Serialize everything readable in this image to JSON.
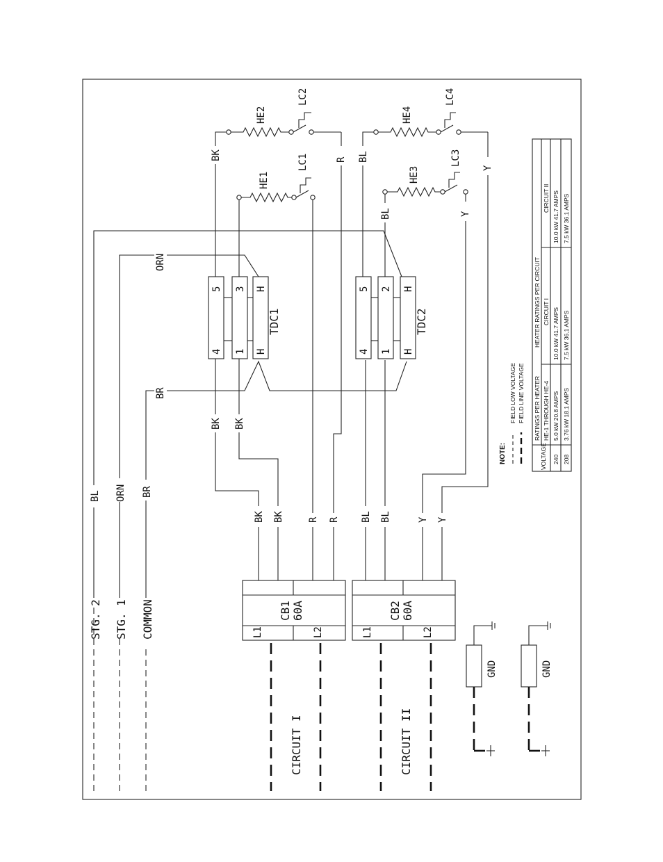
{
  "circuits": {
    "circuit1": "CIRCUIT I",
    "circuit2": "CIRCUIT II"
  },
  "control": {
    "stg2": "STG. 2",
    "stg1": "STG. 1",
    "common": "COMMON",
    "bl": "BL",
    "orn": "ORN",
    "br": "BR"
  },
  "breakers": {
    "cb1": "CB1",
    "cb1_rating": "60A",
    "cb2": "CB2",
    "cb2_rating": "60A",
    "l1": "L1",
    "l2": "L2"
  },
  "ground": {
    "label": "GND"
  },
  "wires": {
    "bk": "BK",
    "r": "R",
    "bl": "BL",
    "y": "Y",
    "orn": "ORN",
    "br": "BR"
  },
  "heaters": {
    "he1": "HE1",
    "he2": "HE2",
    "he3": "HE3",
    "he4": "HE4",
    "lc1": "LC1",
    "lc2": "LC2",
    "lc3": "LC3",
    "lc4": "LC4"
  },
  "terminals": {
    "tdc1": "TDC1",
    "tdc2": "TDC2",
    "t1": "1",
    "t2": "2",
    "t3": "3",
    "t4": "4",
    "t5": "5",
    "h": "H"
  },
  "note": {
    "title": "NOTE:",
    "low": "FIELD LOW VOLTAGE",
    "line": "FIELD LINE VOLTAGE"
  },
  "table": {
    "voltage": "VOLTAGE",
    "ratings_per_heater": "RATINGS PER HEATER",
    "he_range": "HE-1 THROUGH HE-4",
    "heater_ratings_per_circuit": "HEATER RATINGS PER CIRCUIT",
    "circuit_i": "CIRCUIT I",
    "circuit_ii": "CIRCUIT II",
    "rows": [
      {
        "voltage": "240",
        "heater": "5.0 kW 20.8 AMPS",
        "c1": "10.0 kW 41.7 AMPS",
        "c2": "10.0 kW 41.7 AMPS"
      },
      {
        "voltage": "208",
        "heater": "3.76 kW 18.1 AMPS",
        "c1": "7.5 kW 36.1 AMPS",
        "c2": "7.5 kW 36.1 AMPS"
      }
    ]
  }
}
